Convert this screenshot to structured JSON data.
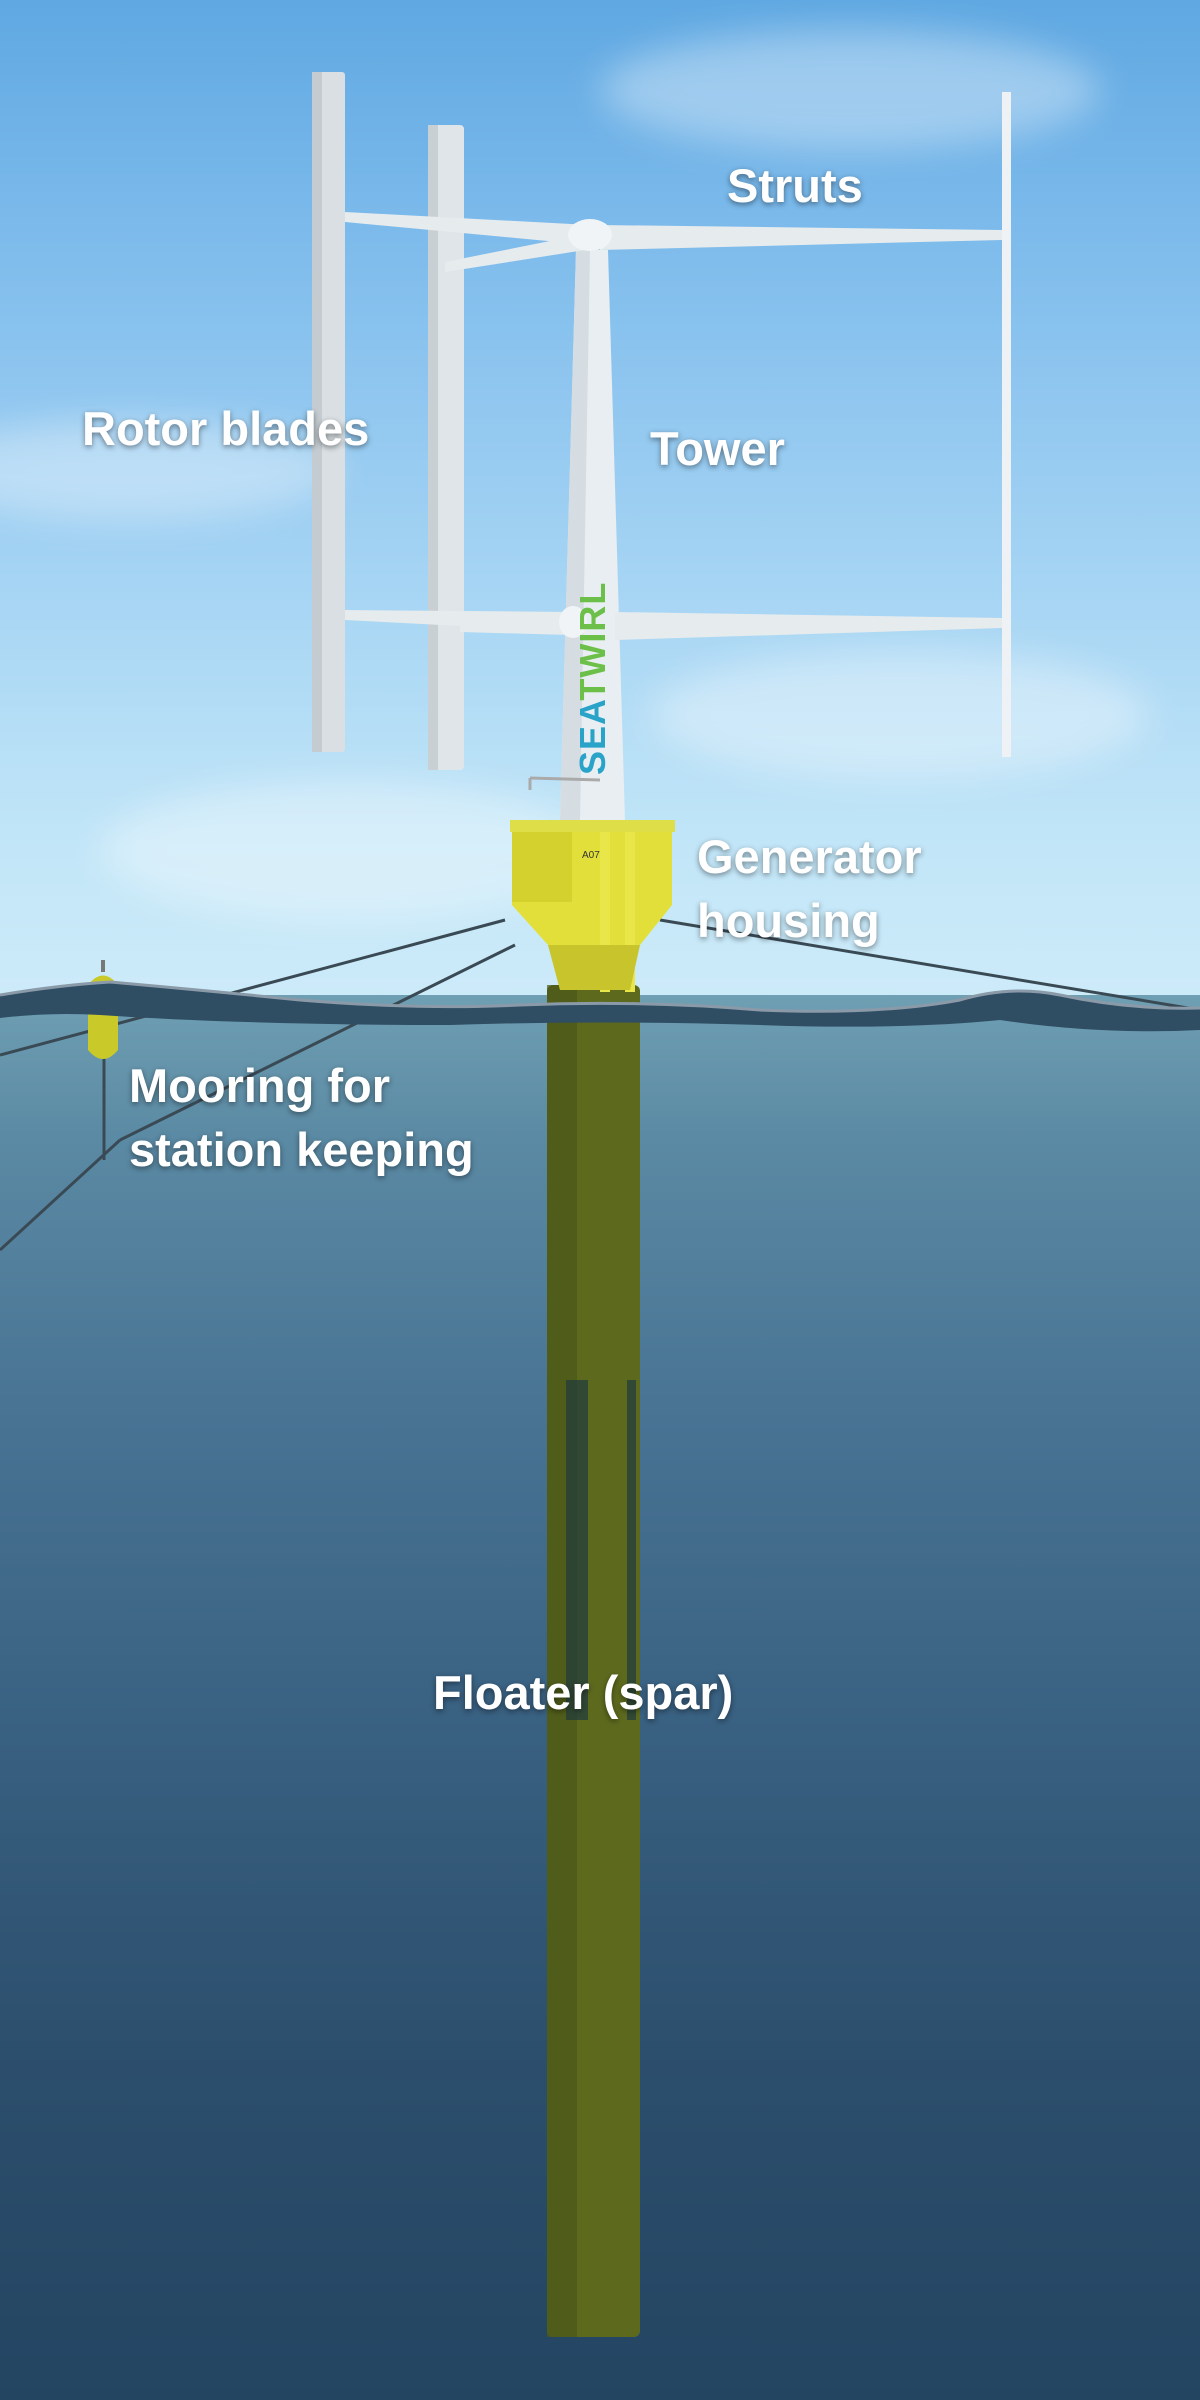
{
  "labels": {
    "struts": "Struts",
    "rotor_blades": "Rotor blades",
    "tower": "Tower",
    "generator_housing_line1": "Generator",
    "generator_housing_line2": "housing",
    "mooring_line1": "Mooring for",
    "mooring_line2": "station keeping",
    "floater": "Floater (spar)"
  },
  "tower_branding": {
    "part1": "SEA",
    "part2": "TWIRL"
  },
  "housing_marking": "A07",
  "colors": {
    "sky": "#8cc6ef",
    "sea": "#3a6283",
    "housing": "#e6e23a",
    "brand_blue": "#2aa3c9",
    "brand_green": "#6cc04a"
  }
}
